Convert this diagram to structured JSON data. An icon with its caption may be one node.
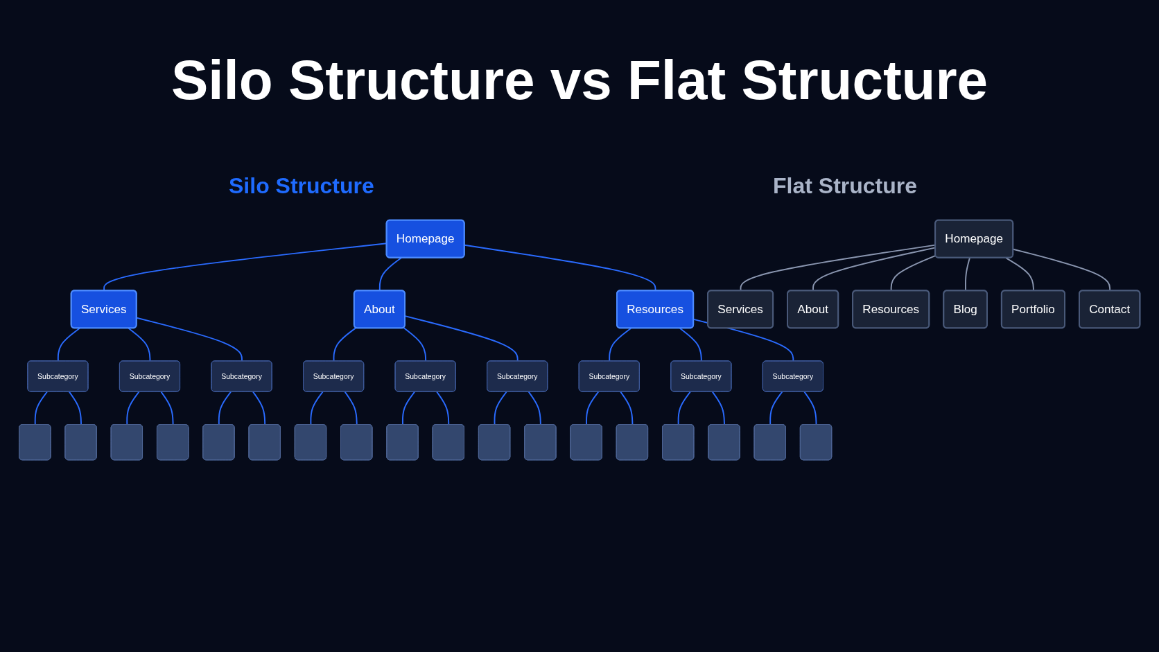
{
  "diagram": {
    "title": "Silo Structure vs Flat Structure",
    "nodes": [
      {
        "text": [
          "Homepage"
        ]
      },
      {
        "text": [
          "Services"
        ]
      },
      {
        "text": [
          "About"
        ]
      },
      {
        "text": [
          "Resources"
        ]
      },
      {
        "text": [
          "Subcategory"
        ]
      },
      {
        "text": [
          "Subcategory"
        ]
      },
      {
        "text": [
          "Subcategory"
        ]
      },
      {
        "text": [
          "Subcategory"
        ]
      },
      {
        "text": [
          "Subcategory"
        ]
      },
      {
        "text": [
          "Subcategory"
        ]
      },
      {
        "text": [
          "Subcategory"
        ]
      },
      {
        "text": [
          "Subcategory"
        ]
      },
      {
        "text": [
          "Subcategory"
        ]
      },
      {
        "text": [],
        "shape": "box"
      },
      {
        "text": [],
        "shape": "box"
      },
      {
        "text": [],
        "shape": "box"
      },
      {
        "text": [],
        "shape": "box"
      },
      {
        "text": [],
        "shape": "box"
      },
      {
        "text": [],
        "shape": "box"
      },
      {
        "text": [],
        "shape": "box"
      },
      {
        "text": [],
        "shape": "box"
      },
      {
        "text": [],
        "shape": "box"
      },
      {
        "text": [],
        "shape": "box"
      },
      {
        "text": [],
        "shape": "box"
      },
      {
        "text": [],
        "shape": "box"
      },
      {
        "text": [],
        "shape": "box"
      },
      {
        "text": [],
        "shape": "box"
      },
      {
        "text": [],
        "shape": "box"
      },
      {
        "text": [],
        "shape": "box"
      },
      {
        "text": [],
        "shape": "box"
      },
      {
        "text": [],
        "shape": "box"
      },
      {
        "text": [
          "Homepage"
        ]
      },
      {
        "text": [
          "Services"
        ]
      },
      {
        "text": [
          "About"
        ]
      },
      {
        "text": [
          "Resources"
        ]
      },
      {
        "text": [
          "Blog"
        ]
      },
      {
        "text": [
          "Portfolio"
        ]
      },
      {
        "text": [
          "Contact"
        ]
      }
    ],
    "edges": [
      {
        "from": 0,
        "to": 1,
        "arrow": "none"
      },
      {
        "from": 0,
        "to": 2,
        "arrow": "none"
      },
      {
        "from": 0,
        "to": 3,
        "arrow": "none"
      },
      {
        "from": 1,
        "to": 4,
        "arrow": "none"
      },
      {
        "from": 1,
        "to": 5,
        "arrow": "none"
      },
      {
        "from": 1,
        "to": 6,
        "arrow": "none"
      },
      {
        "from": 2,
        "to": 7,
        "arrow": "none"
      },
      {
        "from": 2,
        "to": 8,
        "arrow": "none"
      },
      {
        "from": 2,
        "to": 9,
        "arrow": "none"
      },
      {
        "from": 3,
        "to": 10,
        "arrow": "none"
      },
      {
        "from": 3,
        "to": 11,
        "arrow": "none"
      },
      {
        "from": 3,
        "to": 12,
        "arrow": "none"
      },
      {
        "from": 4,
        "to": 13,
        "arrow": "none"
      },
      {
        "from": 4,
        "to": 14,
        "arrow": "none"
      },
      {
        "from": 5,
        "to": 15,
        "arrow": "none"
      },
      {
        "from": 5,
        "to": 16,
        "arrow": "none"
      },
      {
        "from": 6,
        "to": 17,
        "arrow": "none"
      },
      {
        "from": 6,
        "to": 18,
        "arrow": "none"
      },
      {
        "from": 7,
        "to": 19,
        "arrow": "none"
      },
      {
        "from": 7,
        "to": 20,
        "arrow": "none"
      },
      {
        "from": 8,
        "to": 21,
        "arrow": "none"
      },
      {
        "from": 8,
        "to": 22,
        "arrow": "none"
      },
      {
        "from": 9,
        "to": 23,
        "arrow": "none"
      },
      {
        "from": 9,
        "to": 24,
        "arrow": "none"
      },
      {
        "from": 10,
        "to": 25,
        "arrow": "none"
      },
      {
        "from": 10,
        "to": 26,
        "arrow": "none"
      },
      {
        "from": 11,
        "to": 27,
        "arrow": "none"
      },
      {
        "from": 11,
        "to": 28,
        "arrow": "none"
      },
      {
        "from": 12,
        "to": 29,
        "arrow": "none"
      },
      {
        "from": 12,
        "to": 30,
        "arrow": "none"
      },
      {
        "from": 31,
        "to": 32,
        "arrow": "none",
        "color": "#8a96b0"
      },
      {
        "from": 31,
        "to": 33,
        "arrow": "none",
        "color": "#8a96b0"
      },
      {
        "from": 31,
        "to": 34,
        "arrow": "none",
        "color": "#8a96b0"
      },
      {
        "from": 31,
        "to": 35,
        "arrow": "none",
        "color": "#8a96b0"
      },
      {
        "from": 31,
        "to": 36,
        "arrow": "none",
        "color": "#8a96b0"
      },
      {
        "from": 31,
        "to": 37,
        "arrow": "none",
        "color": "#8a96b0"
      }
    ],
    "labels": [
      "Silo Structure",
      "Flat Structure"
    ]
  }
}
